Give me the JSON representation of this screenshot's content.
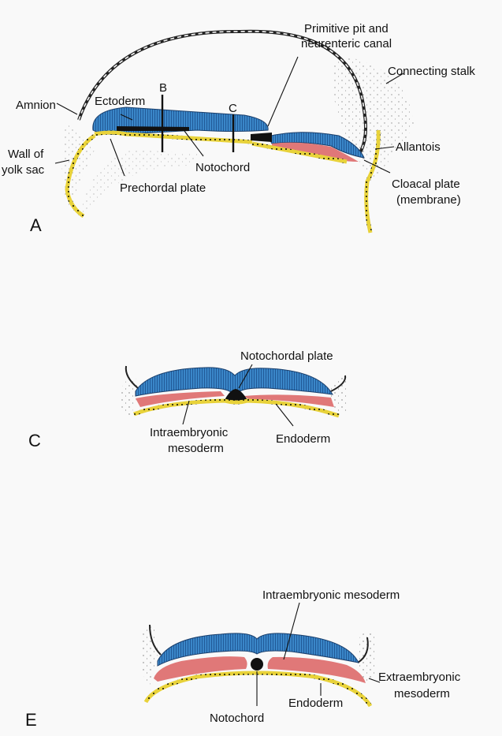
{
  "colors": {
    "ectoderm": "#3a86c8",
    "mesoderm": "#e07878",
    "endoderm": "#e8d23a",
    "notochord": "#111111",
    "background": "#f9f9f9"
  },
  "panels": {
    "a": {
      "letter": "A",
      "labels": {
        "amnion": "Amnion",
        "ectoderm": "Ectoderm",
        "section_b": "B",
        "section_c": "C",
        "primitive_pit_1": "Primitive pit and",
        "primitive_pit_2": "neurenteric canal",
        "connecting_stalk": "Connecting stalk",
        "wall_1": "Wall of",
        "wall_2": "yolk sac",
        "allantois": "Allantois",
        "notochord": "Notochord",
        "prechordal": "Prechordal plate",
        "cloacal_1": "Cloacal plate",
        "cloacal_2": "(membrane)"
      }
    },
    "c": {
      "letter": "C",
      "labels": {
        "notochordal_plate": "Notochordal plate",
        "mesoderm_1": "Intraembryonic",
        "mesoderm_2": "mesoderm",
        "endoderm": "Endoderm"
      }
    },
    "e": {
      "letter": "E",
      "labels": {
        "intra_mesoderm": "Intraembryonic mesoderm",
        "extra_1": "Extraembryonic",
        "extra_2": "mesoderm",
        "endoderm": "Endoderm",
        "notochord": "Notochord"
      }
    }
  }
}
